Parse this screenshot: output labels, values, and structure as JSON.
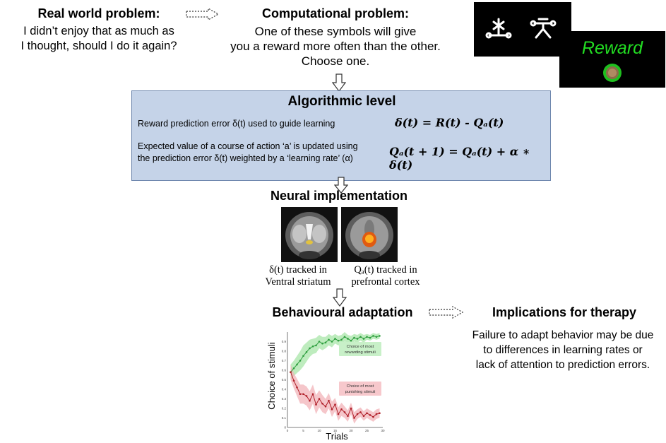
{
  "real_world": {
    "heading": "Real world problem:",
    "line1": "I didn’t enjoy that as much as",
    "line2": "I thought, should I do it again?"
  },
  "computational": {
    "heading": "Computational problem:",
    "line1": "One of these symbols will give",
    "line2": "you a reward more often than the other.",
    "line3": "Choose one."
  },
  "reward_label": "Reward",
  "algorithmic": {
    "title": "Algorithmic level",
    "desc1": "Reward prediction error δ(t) used to guide learning",
    "desc2_line1": "Expected  value of a course of action ‘a’ is updated using",
    "desc2_line2": "the prediction error δ(t) weighted by a ‘learning rate’ (α)",
    "eq1": "δ(t) = R(t) - Qₐ(t)",
    "eq2": "Qₐ(t + 1) = Qₐ(t)  +  α ∗ δ(t)"
  },
  "neural": {
    "title": "Neural implementation",
    "cap1_line1": "δ(t) tracked in",
    "cap1_line2": "Ventral striatum",
    "cap2_line1": "Qₐ(t) tracked in",
    "cap2_line2": "prefrontal cortex"
  },
  "behavioural": {
    "title": "Behavioural adaptation"
  },
  "therapy": {
    "title": "Implications for therapy",
    "line1": "Failure to adapt behavior may be due",
    "line2": "to differences  in learning rates or",
    "line3": "lack of attention to prediction errors."
  },
  "colors": {
    "algo_box": "#c5d3e8",
    "reward_green": "#22dd22",
    "reward_series": "#2e9e3e",
    "punish_series": "#b0202a"
  },
  "chart_data": {
    "type": "line",
    "ylabel": "Choice of stimuli",
    "xlabel": "Trials",
    "x_ticks": [
      "0",
      "5",
      "10",
      "15",
      "20",
      "25",
      "30"
    ],
    "y_ticks": [
      "0",
      "0.1",
      "0.2",
      "0.3",
      "0.4",
      "0.5",
      "0.6",
      "0.7",
      "0.8",
      "0.9"
    ],
    "xlim": [
      0,
      30
    ],
    "ylim": [
      0,
      1
    ],
    "series": [
      {
        "name": "Choice of most rewarding stimuli",
        "x": [
          1,
          2,
          3,
          4,
          5,
          6,
          7,
          8,
          9,
          10,
          11,
          12,
          13,
          14,
          15,
          16,
          17,
          18,
          19,
          20,
          21,
          22,
          23,
          24,
          25,
          26,
          27,
          28,
          29
        ],
        "values": [
          0.58,
          0.62,
          0.66,
          0.7,
          0.75,
          0.79,
          0.83,
          0.85,
          0.86,
          0.9,
          0.88,
          0.89,
          0.92,
          0.9,
          0.93,
          0.91,
          0.92,
          0.95,
          0.93,
          0.91,
          0.94,
          0.93,
          0.95,
          0.93,
          0.95,
          0.94,
          0.96,
          0.95,
          0.96
        ],
        "band": [
          0.08,
          0.08,
          0.09,
          0.1,
          0.11,
          0.1,
          0.09,
          0.08,
          0.08,
          0.07,
          0.07,
          0.06,
          0.06,
          0.06,
          0.05,
          0.05,
          0.05,
          0.05,
          0.04,
          0.05,
          0.04,
          0.04,
          0.04,
          0.04,
          0.03,
          0.03,
          0.03,
          0.03,
          0.03
        ]
      },
      {
        "name": "Choice of most punishing stimuli",
        "x": [
          1,
          2,
          3,
          4,
          5,
          6,
          7,
          8,
          9,
          10,
          11,
          12,
          13,
          14,
          15,
          16,
          17,
          18,
          19,
          20,
          21,
          22,
          23,
          24,
          25,
          26,
          27,
          28,
          29
        ],
        "values": [
          0.58,
          0.49,
          0.42,
          0.35,
          0.35,
          0.33,
          0.28,
          0.35,
          0.24,
          0.3,
          0.25,
          0.22,
          0.28,
          0.19,
          0.24,
          0.14,
          0.19,
          0.16,
          0.12,
          0.2,
          0.1,
          0.14,
          0.16,
          0.12,
          0.15,
          0.13,
          0.11,
          0.14,
          0.15
        ],
        "band": [
          0.08,
          0.08,
          0.09,
          0.1,
          0.1,
          0.1,
          0.1,
          0.1,
          0.1,
          0.09,
          0.09,
          0.08,
          0.08,
          0.08,
          0.07,
          0.07,
          0.07,
          0.06,
          0.06,
          0.06,
          0.06,
          0.05,
          0.05,
          0.05,
          0.05,
          0.05,
          0.05,
          0.05,
          0.05
        ]
      }
    ]
  }
}
